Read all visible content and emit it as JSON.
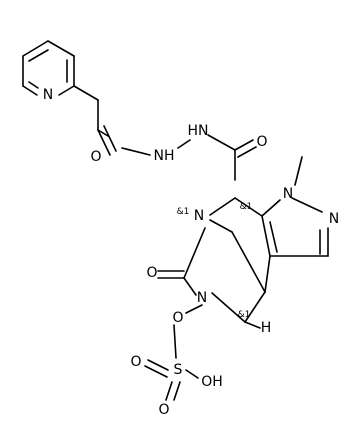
{
  "structure": {
    "atoms": {
      "n_pyridine": "N",
      "o_amide": "O",
      "nh_1": "NH",
      "hn_2": "HN",
      "o_carbonyl": "O",
      "n_pyrazole_1": "N",
      "n_pyrazole_2": "N",
      "n_bridge": "N",
      "o_urea": "O",
      "n_urea": "N",
      "o_ester": "O",
      "o_sulfonyl_1": "O",
      "s_sulfur": "S",
      "oh_sulfonic": "OH",
      "o_sulfonyl_2": "O",
      "h_bridgehead": "H"
    },
    "stereo_labels": {
      "stereo_1": "&1",
      "stereo_2": "&1",
      "stereo_3": "&1"
    }
  }
}
